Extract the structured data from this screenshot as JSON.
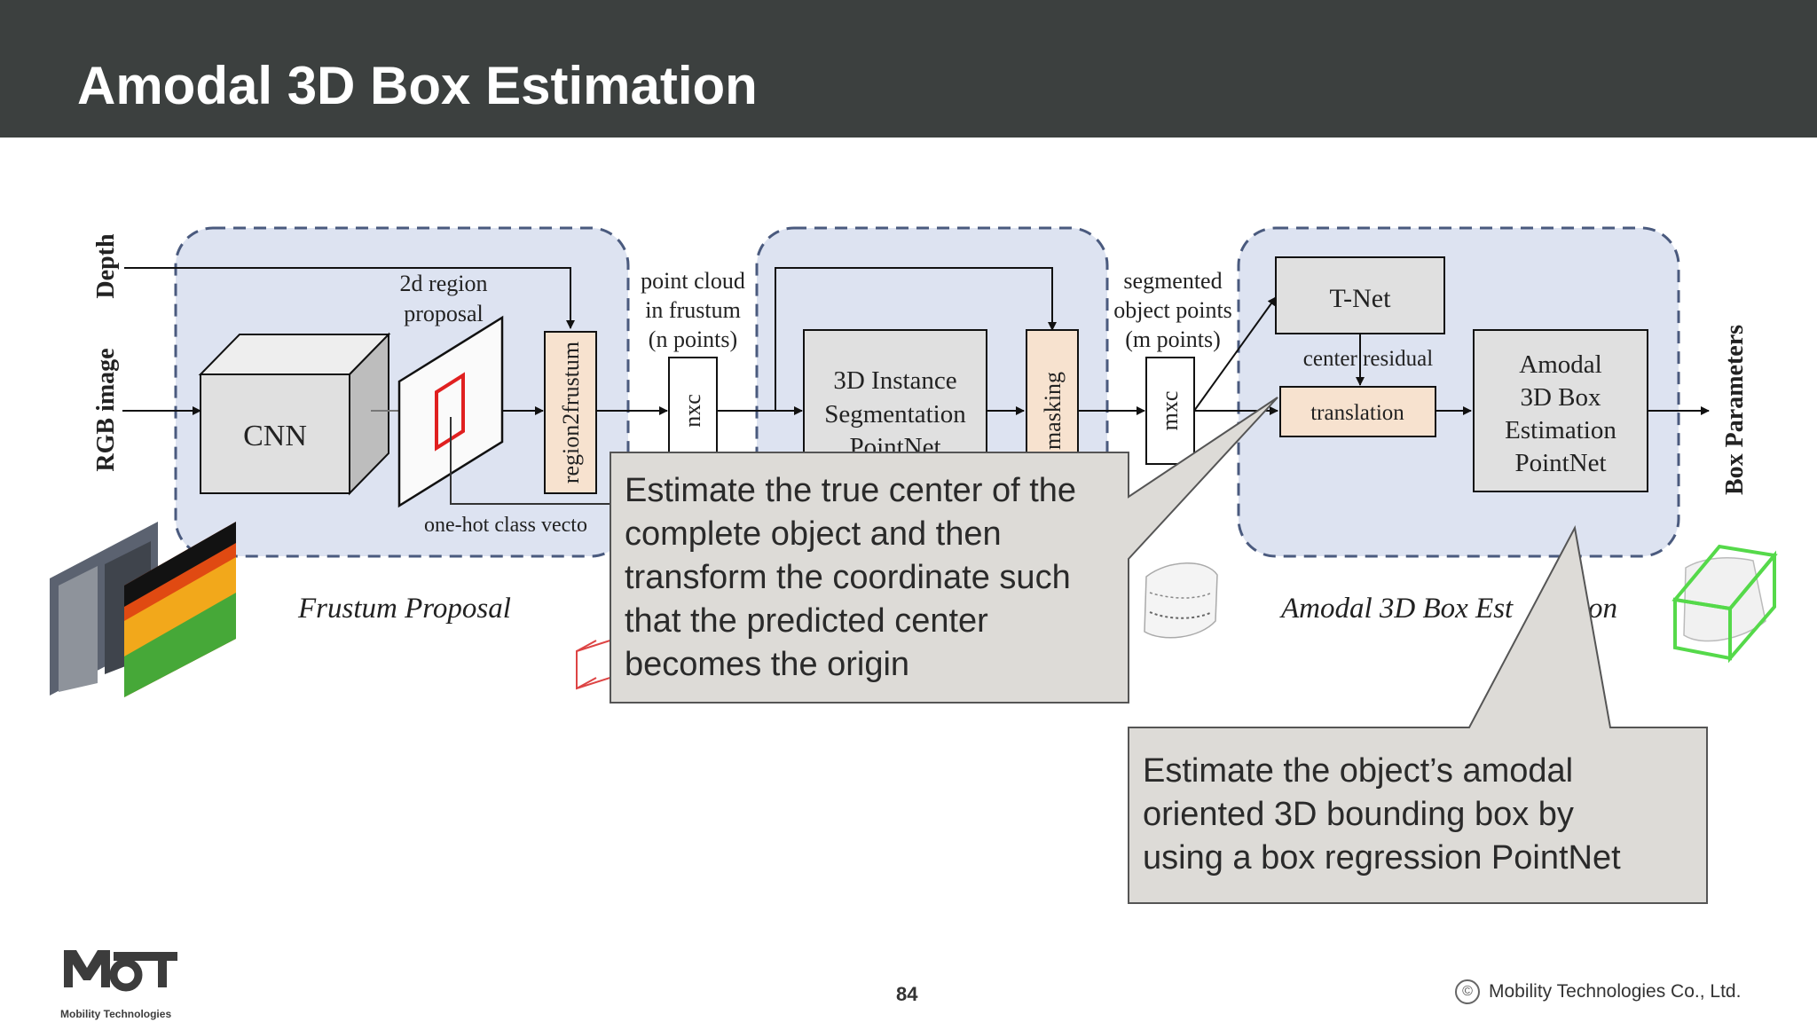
{
  "slide": {
    "title": "Amodal 3D Box Estimation",
    "page_number": "84",
    "copyright_symbol": "©",
    "copyright_text": "Mobility Technologies Co., Ltd.",
    "logo_mark": "MoT",
    "logo_subtext": "Mobility Technologies"
  },
  "diagram": {
    "inputs": {
      "depth": "Depth",
      "rgb": "RGB image"
    },
    "output": "Box Parameters",
    "stage1": {
      "caption": "Frustum Proposal",
      "cnn": "CNN",
      "region_proposal": [
        "2d region",
        "proposal"
      ],
      "region2frustum": "region2frustum",
      "one_hot": "one-hot class vecto"
    },
    "stage2": {
      "point_cloud": [
        "point cloud",
        "in frustum",
        "(n points)"
      ],
      "nxc": "nxc",
      "segmentation": [
        "3D Instance",
        "Segmentation",
        "PointNet"
      ],
      "masking": "masking"
    },
    "stage3": {
      "segmented": [
        "segmented",
        "object points",
        "(m points)"
      ],
      "mxc": "mxc",
      "tnet": "T-Net",
      "center_residual": "center residual",
      "translation": "translation",
      "amodal_pointnet": [
        "Amodal",
        "3D Box",
        "Estimation",
        "PointNet"
      ],
      "caption_partial": "Amodal 3D Box Est",
      "caption_tail": "on"
    },
    "colors": {
      "stage_fill": "#dde3f1",
      "stage_border": "#4a5a7e",
      "peach": "#f7e2cf",
      "gray_box": "#e0e0e0",
      "callout_fill": "#dddbd7",
      "red_box": "#e02020",
      "green_box": "#55d94a"
    }
  },
  "callouts": [
    {
      "lines": [
        "Estimate the true center of the",
        "complete object and then",
        "transform the coordinate such",
        "that the predicted center",
        "becomes the origin"
      ]
    },
    {
      "lines": [
        "Estimate the object’s amodal",
        "oriented 3D bounding box by",
        "using a box regression PointNet"
      ]
    }
  ]
}
